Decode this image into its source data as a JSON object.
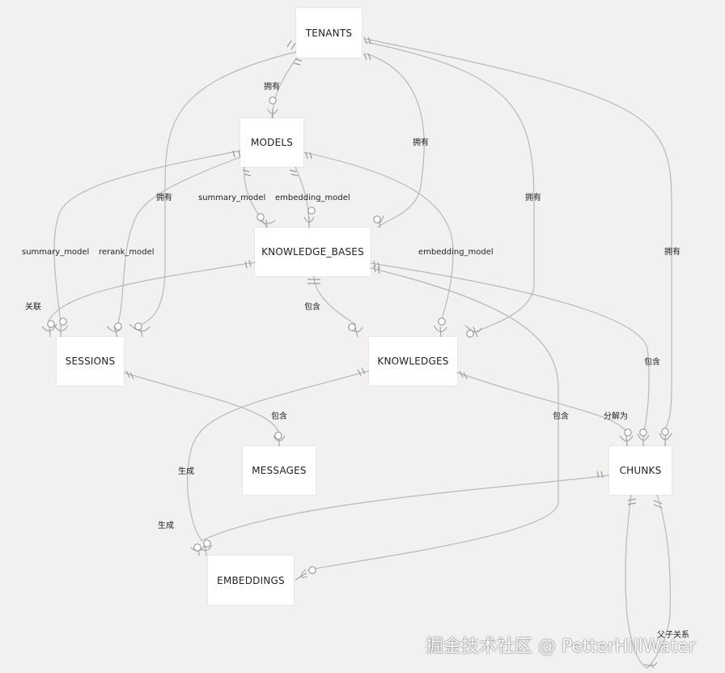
{
  "entities": {
    "tenants": "TENANTS",
    "models": "MODELS",
    "knowledge_bases": "KNOWLEDGE_BASES",
    "sessions": "SESSIONS",
    "knowledges": "KNOWLEDGES",
    "messages": "MESSAGES",
    "chunks": "CHUNKS",
    "embeddings": "EMBEDDINGS"
  },
  "relationships": {
    "tenants_models": "拥有",
    "tenants_knowledge_bases": "拥有",
    "tenants_sessions": "拥有",
    "tenants_knowledges": "拥有",
    "tenants_chunks": "拥有",
    "models_kb_summary": "summary_model",
    "models_kb_embedding": "embedding_model",
    "models_sessions_summary": "summary_model",
    "models_sessions_rerank": "rerank_model",
    "models_knowledges_embedding": "embedding_model",
    "kb_sessions": "关联",
    "kb_knowledges": "包含",
    "kb_chunks": "包含",
    "kb_embeddings": "包含",
    "sessions_messages": "包含",
    "knowledges_chunks": "分解为",
    "knowledges_embeddings": "生成",
    "chunks_embeddings": "生成",
    "chunks_self": "父子关系"
  },
  "watermark": "掘金技术社区 @ PetterHillWater"
}
